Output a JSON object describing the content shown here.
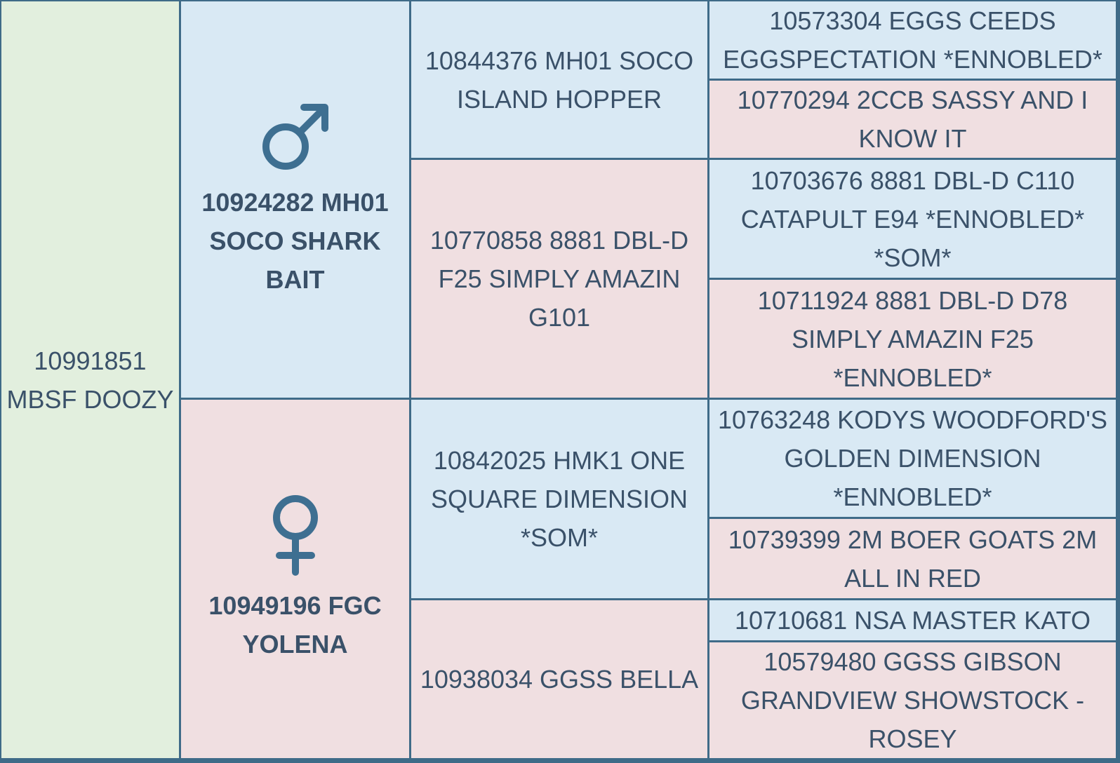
{
  "colors": {
    "cell_green": "#e2efde",
    "cell_blue": "#d9e9f4",
    "cell_pink": "#f0dfe1",
    "grid_border": "#3f6b88",
    "text": "#3a5169",
    "sex_symbol": "#3e6f91"
  },
  "icons": {
    "sire": "male-symbol",
    "dam": "female-symbol"
  },
  "cells": {
    "subject": "10991851 MBSF DOOZY",
    "sire": "10924282 MH01 SOCO SHARK BAIT",
    "dam": "10949196 FGC YOLENA",
    "sire_sire": "10844376 MH01 SOCO ISLAND HOPPER",
    "sire_dam": "10770858 8881 DBL-D F25 SIMPLY AMAZIN G101",
    "dam_sire": "10842025 HMK1 ONE SQUARE DIMENSION *SOM*",
    "dam_dam": "10938034 GGSS BELLA",
    "sire_sire_sire": "10573304 EGGS CEEDS EGGSPECTATION *ENNOBLED*",
    "sire_sire_dam": "10770294 2CCB SASSY AND I KNOW IT",
    "sire_dam_sire": "10703676 8881 DBL-D C110 CATAPULT E94 *ENNOBLED* *SOM*",
    "sire_dam_dam": "10711924 8881 DBL-D D78 SIMPLY AMAZIN F25 *ENNOBLED*",
    "dam_sire_sire": "10763248 KODYS WOODFORD'S GOLDEN DIMENSION *ENNOBLED*",
    "dam_sire_dam": "10739399 2M BOER GOATS 2M ALL IN RED",
    "dam_dam_sire": "10710681 NSA MASTER KATO",
    "dam_dam_dam": "10579480 GGSS GIBSON GRANDVIEW SHOWSTOCK - ROSEY"
  }
}
